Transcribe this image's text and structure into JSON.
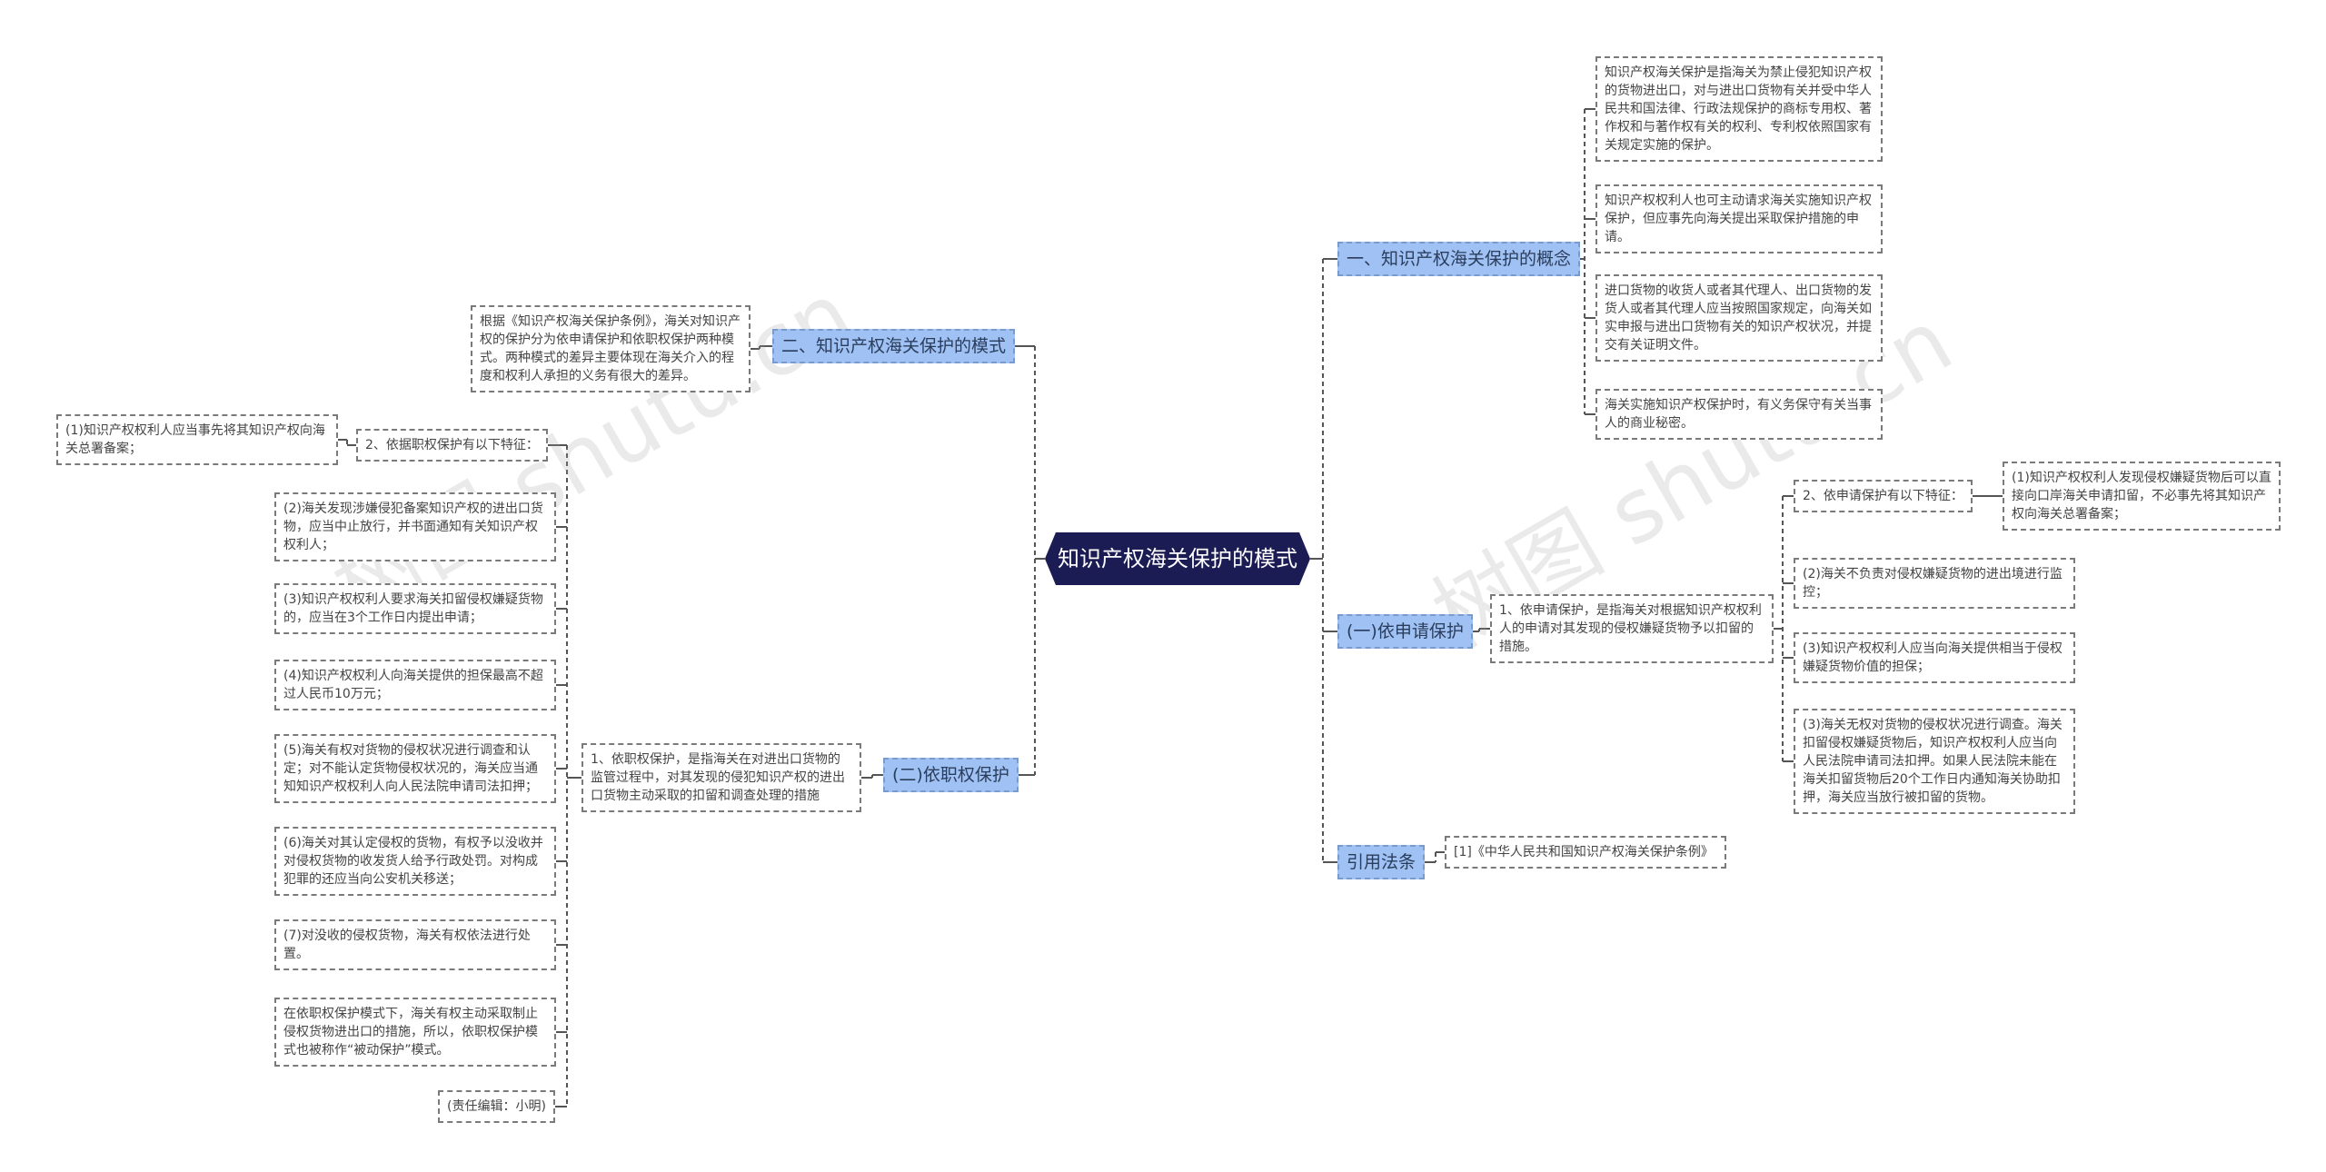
{
  "root": {
    "label": "知识产权海关保护的模式"
  },
  "branches": {
    "concept": {
      "label": "一、知识产权海关保护的概念",
      "items": [
        "知识产权海关保护是指海关为禁止侵犯知识产权的货物进出口，对与进出口货物有关并受中华人民共和国法律、行政法规保护的商标专用权、著作权和与著作权有关的权利、专利权依照国家有关规定实施的保护。",
        "知识产权权利人也可主动请求海关实施知识产权保护，但应事先向海关提出采取保护措施的申请。",
        "进口货物的收货人或者其代理人、出口货物的发货人或者其代理人应当按照国家规定，向海关如实申报与进出口货物有关的知识产权状况，并提交有关证明文件。",
        "海关实施知识产权保护时，有义务保守有关当事人的商业秘密。"
      ]
    },
    "apply": {
      "label": "(一)依申请保护",
      "item1": "1、依申请保护，是指海关对根据知识产权权利人的申请对其发现的侵权嫌疑货物予以扣留的措施。",
      "features_label": "2、依申请保护有以下特征：",
      "feature1": "(1)知识产权权利人发现侵权嫌疑货物后可以直接向口岸海关申请扣留，不必事先将其知识产权向海关总署备案；",
      "items": [
        "(2)海关不负责对侵权嫌疑货物的进出境进行监控；",
        "(3)知识产权权利人应当向海关提供相当于侵权嫌疑货物价值的担保；",
        "(3)海关无权对货物的侵权状况进行调查。海关扣留侵权嫌疑货物后，知识产权权利人应当向人民法院申请司法扣押。如果人民法院未能在海关扣留货物后20个工作日内通知海关协助扣押，海关应当放行被扣留的货物。"
      ]
    },
    "laws": {
      "label": "引用法条",
      "item": "[1]《中华人民共和国知识产权海关保护条例》"
    },
    "modes": {
      "label": "二、知识产权海关保护的模式",
      "item": "根据《知识产权海关保护条例》，海关对知识产权的保护分为依申请保护和依职权保护两种模式。两种模式的差异主要体现在海关介入的程度和权利人承担的义务有很大的差异。"
    },
    "official": {
      "label": "(二)依职权保护",
      "item1": "1、依职权保护，是指海关在对进出口货物的监管过程中，对其发现的侵犯知识产权的进出口货物主动采取的扣留和调查处理的措施",
      "features_label": "2、依据职权保护有以下特征：",
      "feature1": "(1)知识产权权利人应当事先将其知识产权向海关总署备案；",
      "items": [
        "(2)海关发现涉嫌侵犯备案知识产权的进出口货物，应当中止放行，并书面通知有关知识产权权利人；",
        "(3)知识产权权利人要求海关扣留侵权嫌疑货物的，应当在3个工作日内提出申请；",
        "(4)知识产权权利人向海关提供的担保最高不超过人民币10万元；",
        "(5)海关有权对货物的侵权状况进行调查和认定；对不能认定货物侵权状况的，海关应当通知知识产权权利人向人民法院申请司法扣押；",
        "(6)海关对其认定侵权的货物，有权予以没收并对侵权货物的收发货人给予行政处罚。对构成犯罪的还应当向公安机关移送；",
        "(7)对没收的侵权货物，海关有权依法进行处置。",
        "在依职权保护模式下，海关有权主动采取制止侵权货物进出口的措施，所以，依职权保护模式也被称作“被动保护”模式。",
        "(责任编辑：小明)"
      ]
    }
  },
  "watermarks": [
    "树图 shutu.cn",
    "树图 shutu.cn"
  ],
  "colors": {
    "center": "#1c1c55",
    "branch": "#9fc1f3",
    "line": "#555555"
  }
}
